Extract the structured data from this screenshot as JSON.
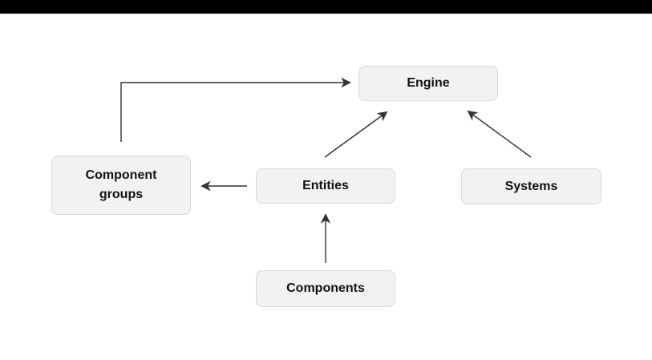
{
  "page": {
    "background_color": "#ffffff",
    "top_bar_color": "#000000"
  },
  "diagram": {
    "node_fill_color": "#f2f2f2",
    "node_border_color": "#d9d9d9",
    "arrow_color": "#333333",
    "text_color": "#111111",
    "nodes": [
      {
        "id": "engine",
        "label": "Engine"
      },
      {
        "id": "component-groups",
        "label": "Component groups"
      },
      {
        "id": "entities",
        "label": "Entities"
      },
      {
        "id": "systems",
        "label": "Systems"
      },
      {
        "id": "components",
        "label": "Components"
      }
    ],
    "edges": [
      {
        "from": "component-groups",
        "to": "engine"
      },
      {
        "from": "entities",
        "to": "engine"
      },
      {
        "from": "systems",
        "to": "engine"
      },
      {
        "from": "entities",
        "to": "component-groups"
      },
      {
        "from": "components",
        "to": "entities"
      }
    ]
  }
}
